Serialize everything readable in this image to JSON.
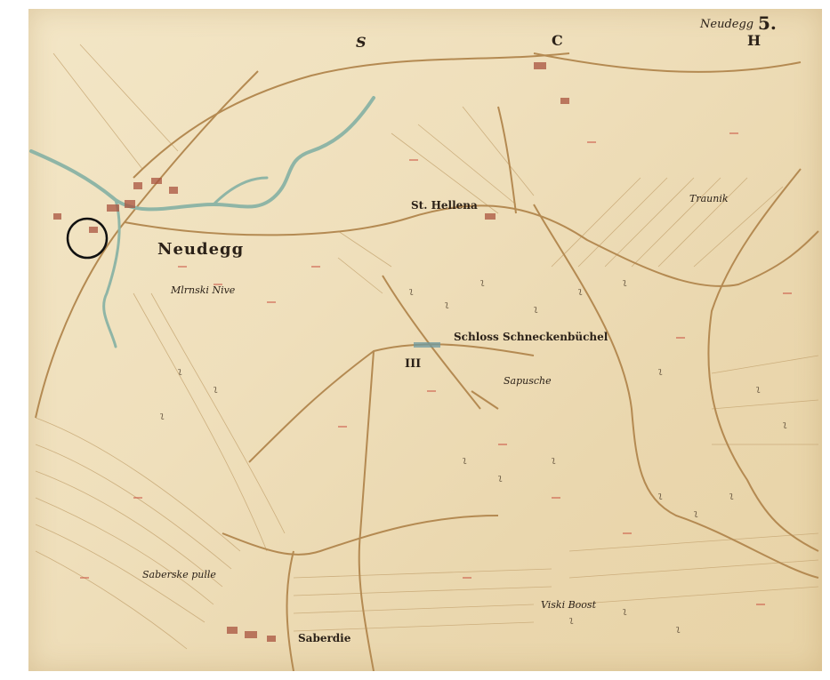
{
  "map": {
    "sheet_label": "Neudegg",
    "sheet_number": "5.",
    "grid_letters": [
      "S",
      "C",
      "H"
    ],
    "section_mark": "III",
    "places": {
      "neudegg": "Neudegg",
      "st_hellena": "St. Hellena",
      "schloss": "Schloss Schneckenbüchel",
      "saberdie": "Saberdie",
      "traunik": "Traunik",
      "mlrnski_nive": "Mlrnski Nive",
      "sapusche": "Sapusche",
      "saberske_pulle": "Saberske pulle",
      "viski_boost": "Viski Boost"
    },
    "colors": {
      "paper": "#efdfbb",
      "river": "#8fb5a6",
      "road": "#b48a52",
      "parcel": "#c9aa78",
      "text": "#2b2118",
      "parcel_numbers": "#c8483a"
    }
  }
}
